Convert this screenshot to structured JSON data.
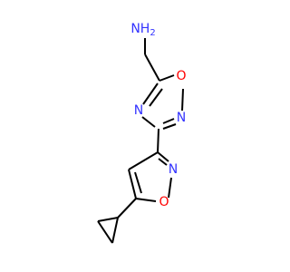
{
  "molecule": {
    "colors": {
      "bond": "#000000",
      "N": "#3333ff",
      "O": "#ff0000",
      "background": "#ffffff"
    },
    "atoms": [
      {
        "id": "nh2",
        "label": "NH",
        "sub": "2",
        "element": "N"
      },
      {
        "id": "o_oxadiazole",
        "label": "O",
        "element": "O"
      },
      {
        "id": "n2_oxadiazole",
        "label": "N",
        "element": "N"
      },
      {
        "id": "n4_oxadiazole",
        "label": "N",
        "element": "N"
      },
      {
        "id": "n_isoxazole",
        "label": "N",
        "element": "N"
      },
      {
        "id": "o_isoxazole",
        "label": "O",
        "element": "O"
      }
    ]
  }
}
